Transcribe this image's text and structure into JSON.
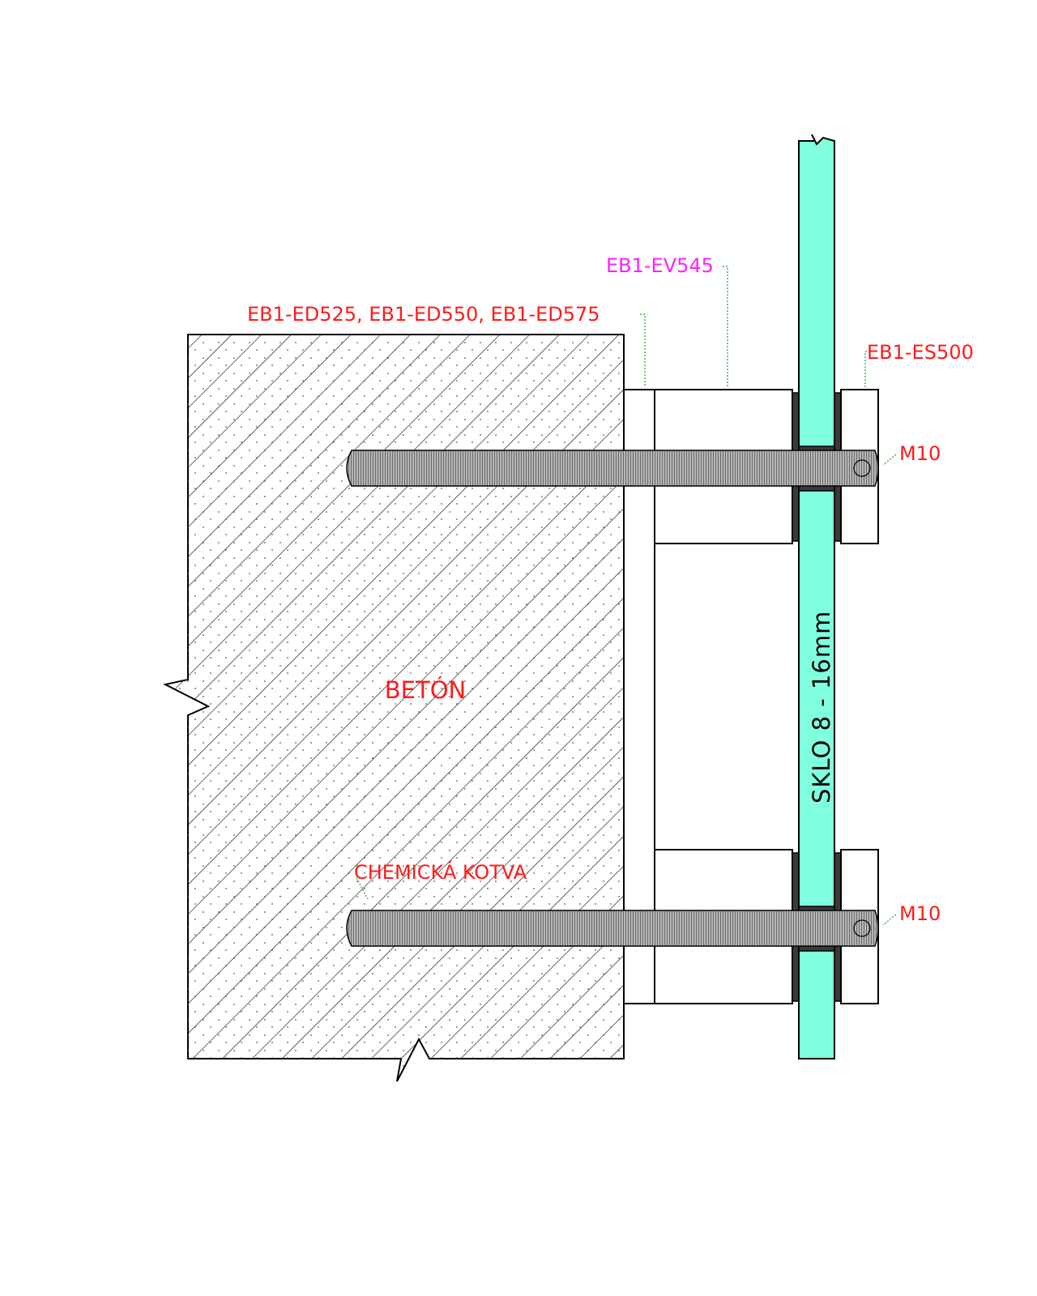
{
  "colors": {
    "label_red": "#ff1a1a",
    "label_magenta": "#ff20ff",
    "leader_green": "#1fa01f",
    "glass_fill": "#80ffdf",
    "gasket_fill": "#3a3a3a",
    "rod_fill": "#a8a8a8",
    "outline": "#000000"
  },
  "labels": {
    "spacer_codes": "EB1-ED525, EB1-ED550, EB1-ED575",
    "holder_code": "EB1-EV545",
    "cap_code": "EB1-ES500",
    "thread_top": "M10",
    "thread_bottom": "M10",
    "concrete": "BETÓN",
    "anchor": "CHEMICKÁ KOTVA",
    "glass": "SKLO  8 - 16mm"
  }
}
